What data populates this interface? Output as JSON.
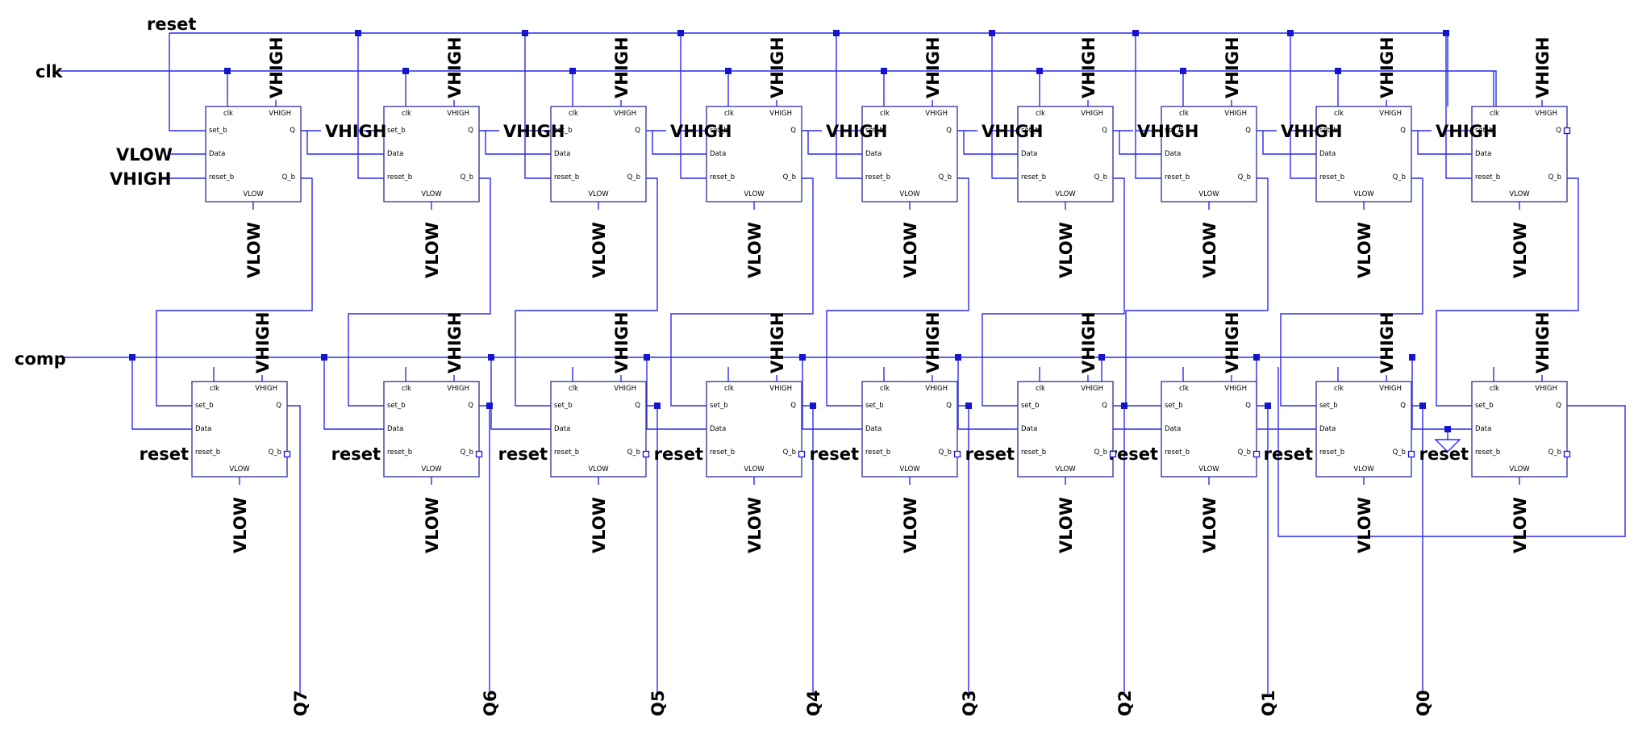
{
  "net_labels": {
    "reset": "reset",
    "clk": "clk",
    "comp": "comp",
    "vhigh": "VHIGH",
    "vlow": "VLOW"
  },
  "pin_labels": {
    "clk": "clk",
    "vhigh": "VHIGH",
    "set_b": "set_b",
    "q": "Q",
    "data": "Data",
    "reset_b": "reset_b",
    "q_b": "Q_b",
    "vlow": "VLOW"
  },
  "outputs": [
    "Q7",
    "Q6",
    "Q5",
    "Q4",
    "Q3",
    "Q2",
    "Q1",
    "Q0"
  ],
  "colors": {
    "wire": "#2a2af0",
    "box": "#3a3aa8",
    "junction": "#1515d0",
    "text": "#000000"
  }
}
